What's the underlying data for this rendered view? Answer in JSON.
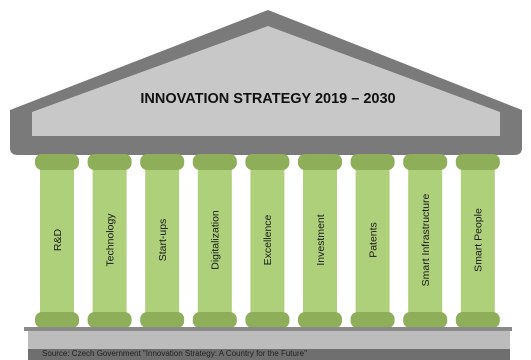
{
  "title": "INNOVATION STRATEGY 2019 – 2030",
  "pillars": [
    "R&D",
    "Technology",
    "Start-ups",
    "Digitalization",
    "Excellence",
    "Investment",
    "Patents",
    "Smart Infrastructure",
    "Smart People"
  ],
  "source": "Source: Czech Government \"Innovation Strategy: A Country for the Future\"",
  "colors": {
    "roof_outer": "#7a7a7a",
    "roof_inner": "#c8c8c8",
    "pillar_shaft": "#aed07a",
    "pillar_cap": "#8fae5a",
    "base": "#b8b8b8",
    "base_shadow": "#6f6f6f"
  }
}
